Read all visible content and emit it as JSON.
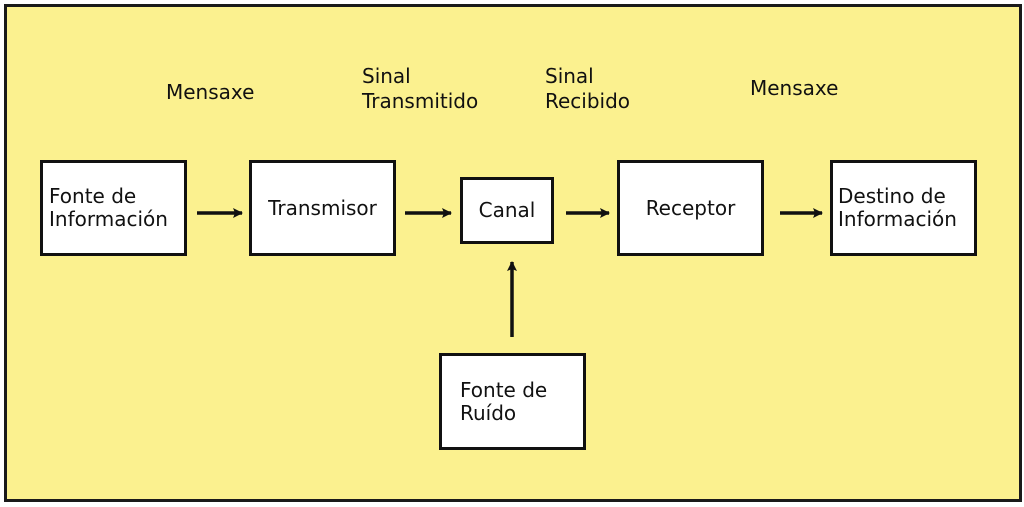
{
  "labels": {
    "mensaxe_left": "Mensaxe",
    "sinal_transmitido": "Sinal\nTransmitido",
    "sinal_recibido": "Sinal\nRecibido",
    "mensaxe_right": "Mensaxe"
  },
  "boxes": {
    "source": "Fonte de\nInformación",
    "transmitter": "Transmisor",
    "channel": "Canal",
    "receiver": "Receptor",
    "destination": "Destino de\nInformación",
    "noise": "Fonte de\nRuído"
  },
  "colors": {
    "background": "#fbf18f",
    "box_fill": "#ffffff",
    "stroke": "#111111"
  }
}
